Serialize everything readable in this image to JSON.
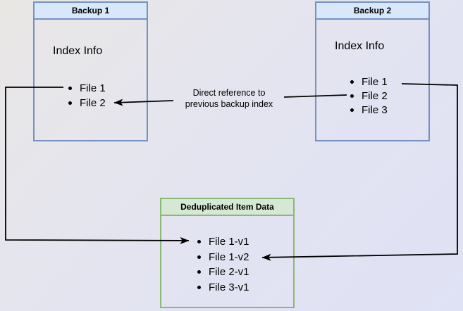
{
  "nodes": {
    "backup1": {
      "title": "Backup 1",
      "body_label": "Index Info",
      "items": [
        "File 1",
        "File 2"
      ],
      "fill": "#dae8fc",
      "stroke": "#6c8ebf"
    },
    "backup2": {
      "title": "Backup 2",
      "body_label": "Index Info",
      "items": [
        "File 1",
        "File 2",
        "File 3"
      ],
      "fill": "#dae8fc",
      "stroke": "#6c8ebf"
    },
    "dedup": {
      "title": "Deduplicated Item Data",
      "items": [
        "File 1-v1",
        "File 1-v2",
        "File 2-v1",
        "File 3-v1"
      ],
      "fill": "#d5e8d4",
      "stroke": "#82b366"
    }
  },
  "edges": {
    "reference_label": {
      "line1": "Direct reference to",
      "line2": "previous backup index"
    },
    "arrow_color": "#000000"
  }
}
